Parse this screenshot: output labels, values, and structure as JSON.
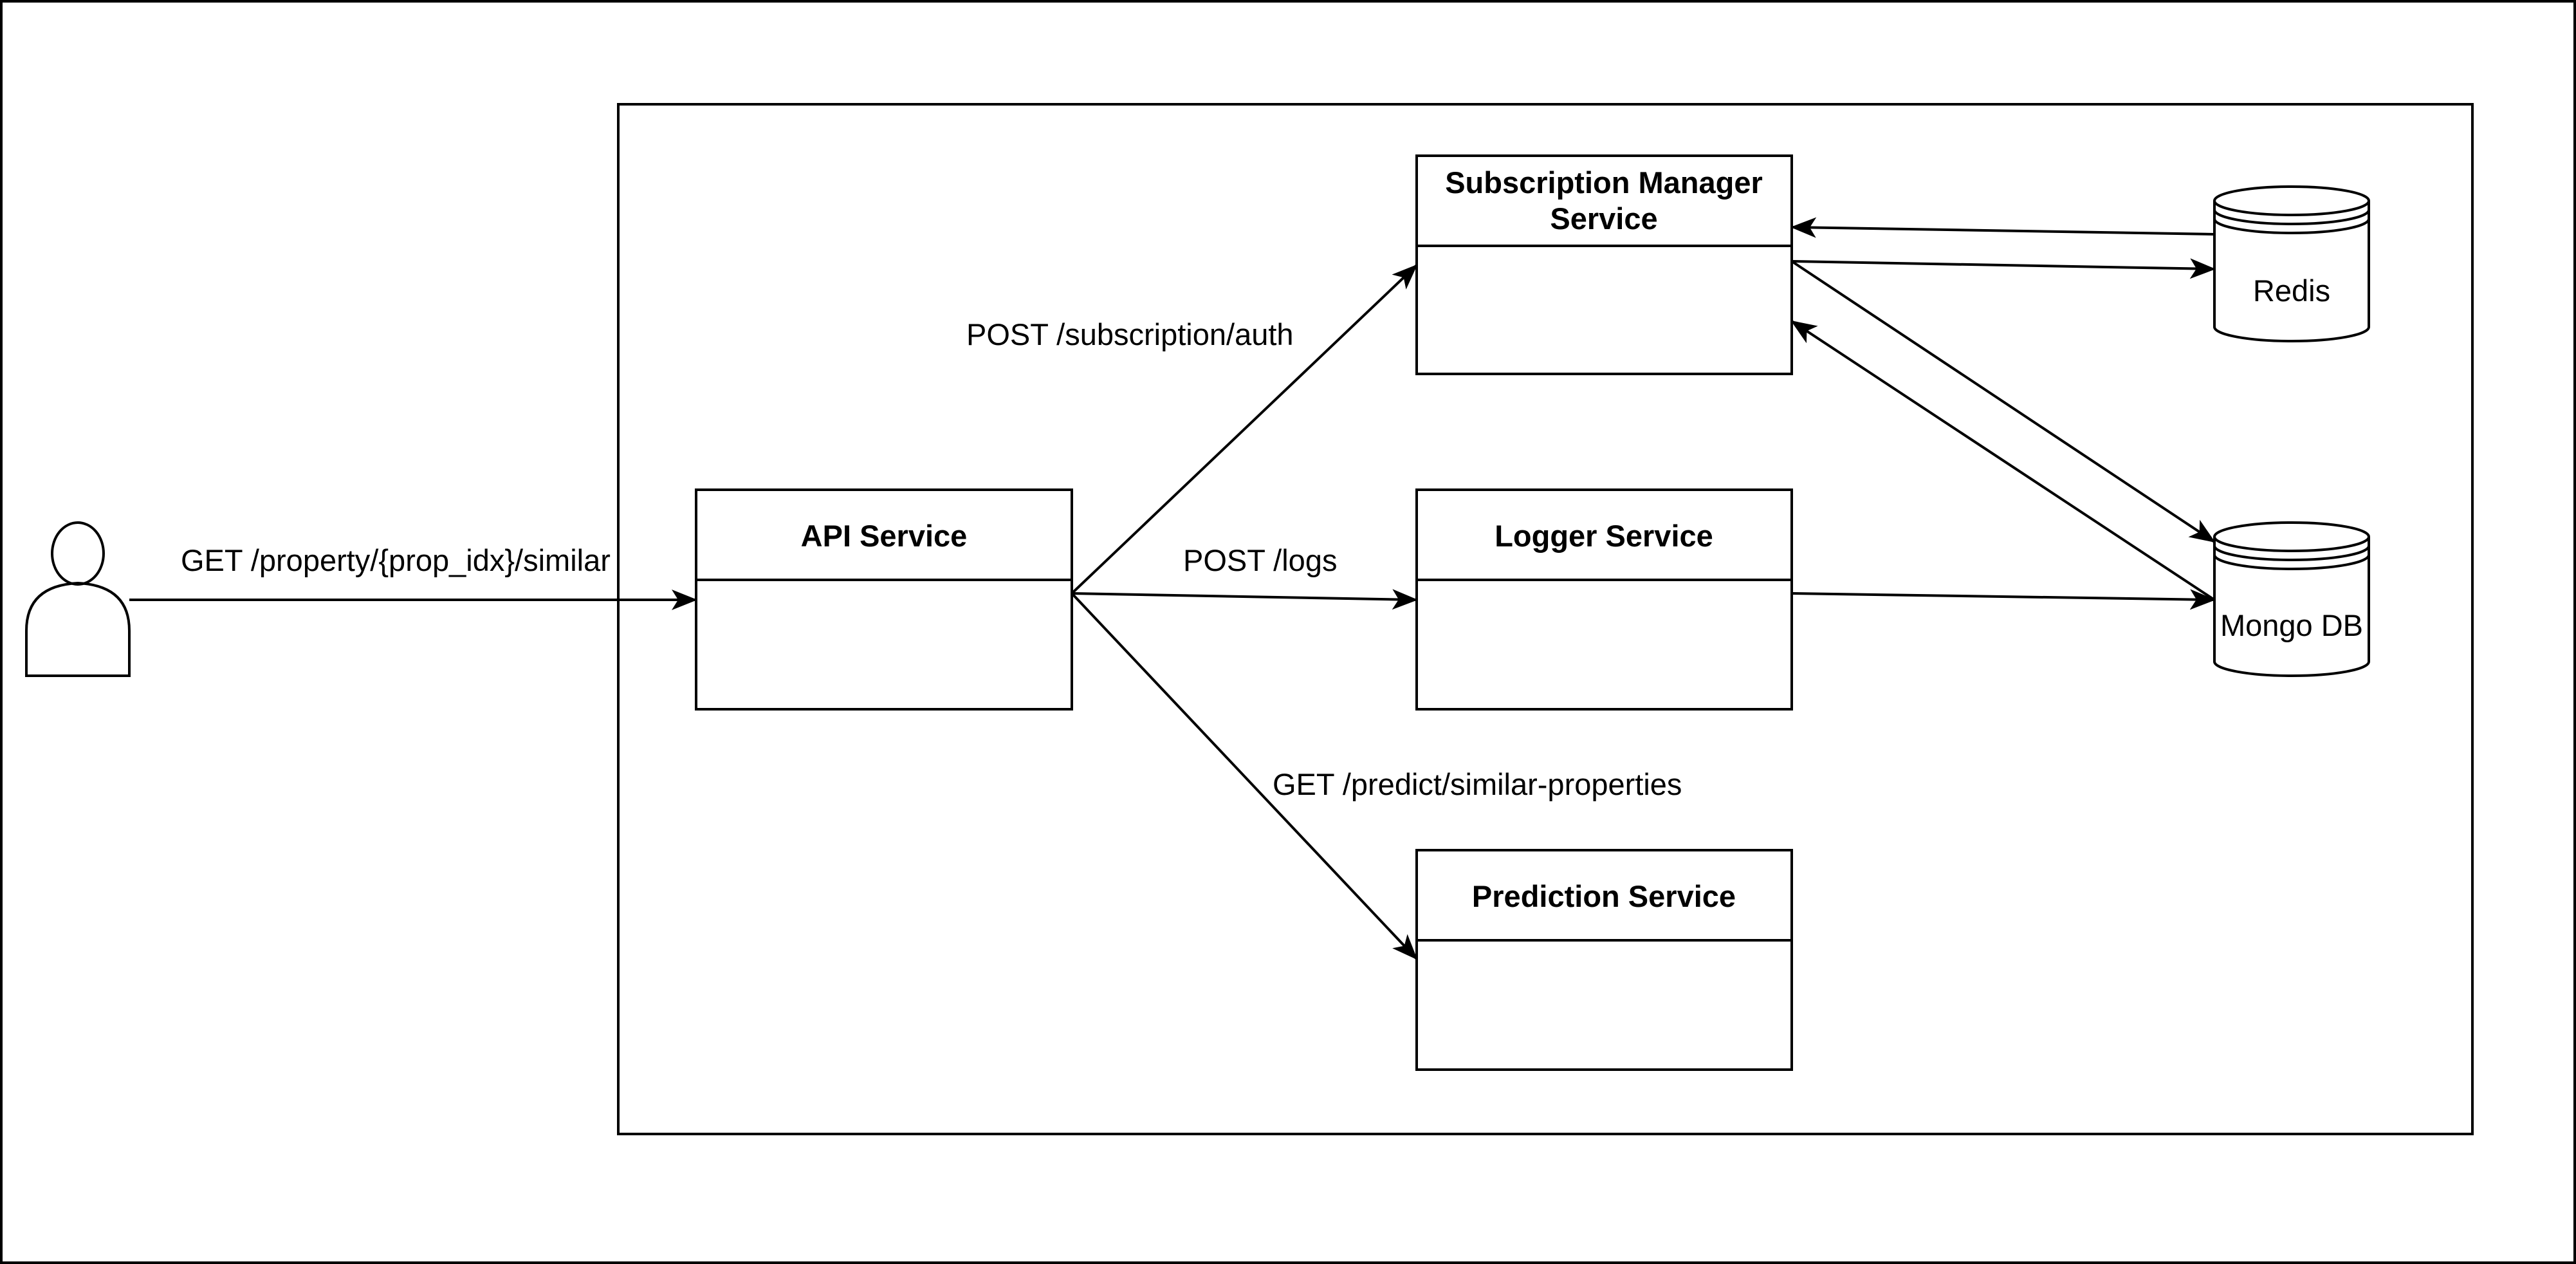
{
  "diagram": {
    "actor": {
      "icon": "user-icon"
    },
    "services": {
      "api": {
        "title": "API Service"
      },
      "subscription": {
        "title_line1": "Subscription Manager",
        "title_line2": "Service"
      },
      "logger": {
        "title": "Logger Service"
      },
      "prediction": {
        "title": "Prediction Service"
      }
    },
    "databases": {
      "redis": {
        "label": "Redis",
        "icon": "database-icon"
      },
      "mongo": {
        "label": "Mongo DB",
        "icon": "database-icon"
      }
    },
    "edges": {
      "user_to_api": "GET /property/{prop_idx}/similar",
      "api_to_subscription": "POST /subscription/auth",
      "api_to_logger": "POST /logs",
      "api_to_prediction": "GET /predict/similar-properties"
    },
    "colors": {
      "stroke": "#000000",
      "background": "#ffffff"
    }
  }
}
